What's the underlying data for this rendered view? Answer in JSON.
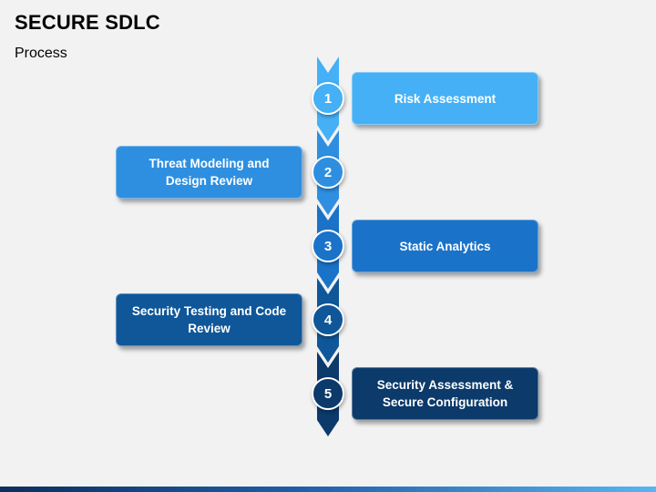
{
  "title": "SECURE SDLC",
  "subtitle": "Process",
  "colors": {
    "step1": "#45b0f5",
    "step2": "#2e8fe0",
    "step3": "#1a73c9",
    "step4": "#0f5799",
    "step5": "#0b3a6b"
  },
  "steps": [
    {
      "number": "1",
      "label": "Risk Assessment",
      "side": "right"
    },
    {
      "number": "2",
      "label": "Threat Modeling and Design Review",
      "side": "left"
    },
    {
      "number": "3",
      "label": "Static Analytics",
      "side": "right"
    },
    {
      "number": "4",
      "label": "Security Testing and Code Review",
      "side": "left"
    },
    {
      "number": "5",
      "label": "Security Assessment & Secure Configuration",
      "side": "right"
    }
  ]
}
